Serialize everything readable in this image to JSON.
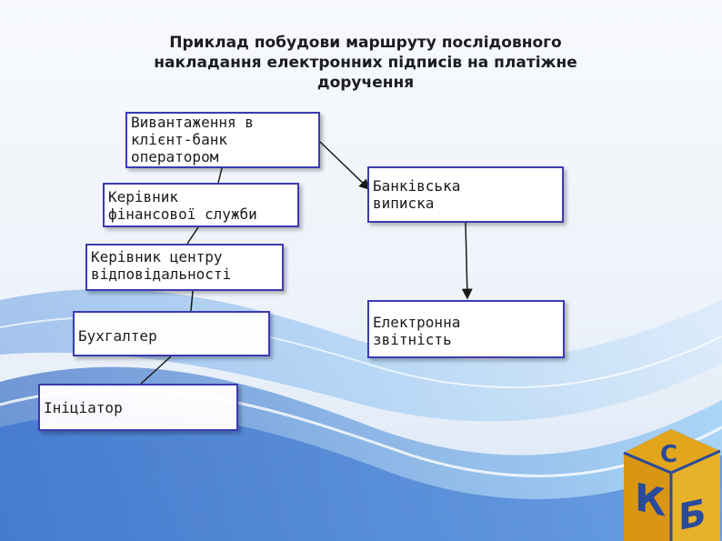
{
  "title": {
    "lines": [
      "Приклад побудови маршруту послідовного",
      "накладання електронних підписів на платіжне",
      "доручення"
    ]
  },
  "nodes": {
    "uploader": {
      "lines": [
        "Вивантаження в",
        "клієнт-банк",
        "оператором"
      ]
    },
    "finance_head": {
      "lines": [
        "Керівник",
        "фінансової служби"
      ]
    },
    "center_head": {
      "lines": [
        "Керівник центру",
        "відповідальності"
      ]
    },
    "accountant": {
      "lines": [
        "Бухгалтер"
      ]
    },
    "initiator": {
      "lines": [
        "Ініціатор"
      ]
    },
    "bank_statement": {
      "lines": [
        "Банківська",
        "виписка"
      ]
    },
    "e_reporting": {
      "lines": [
        "Електронна",
        "звітність"
      ]
    }
  },
  "logo": {
    "letters": [
      "К",
      "С",
      "Б"
    ]
  },
  "colors": {
    "box_border": "#3b3bb0",
    "connector": "#1a1a1a",
    "logo_gold": "#e3a51c",
    "logo_blue": "#2a4a9a"
  }
}
